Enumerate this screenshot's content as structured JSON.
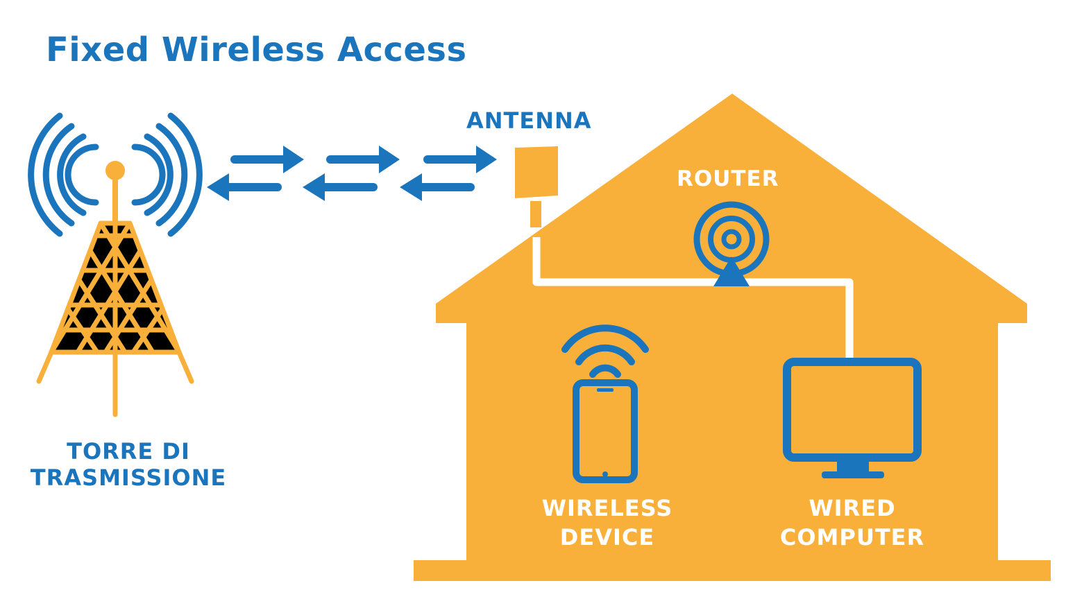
{
  "title": "Fixed Wireless Access",
  "labels": {
    "antenna": "ANTENNA",
    "router": "ROUTER",
    "tower_line1": "TORRE DI",
    "tower_line2": "TRASMISSIONE",
    "wireless_line1": "WIRELESS",
    "wireless_line2": "DEVICE",
    "wired_line1": "WIRED",
    "wired_line2": "COMPUTER"
  },
  "colors": {
    "blue": "#1b75bc",
    "orange": "#f9b03a",
    "white": "#ffffff",
    "black": "#000000"
  },
  "icons": [
    "transmission-tower-icon",
    "signal-waves-icon",
    "exchange-arrows-icon",
    "antenna-icon",
    "house-icon",
    "router-icon",
    "tablet-icon",
    "wifi-icon",
    "monitor-icon"
  ]
}
